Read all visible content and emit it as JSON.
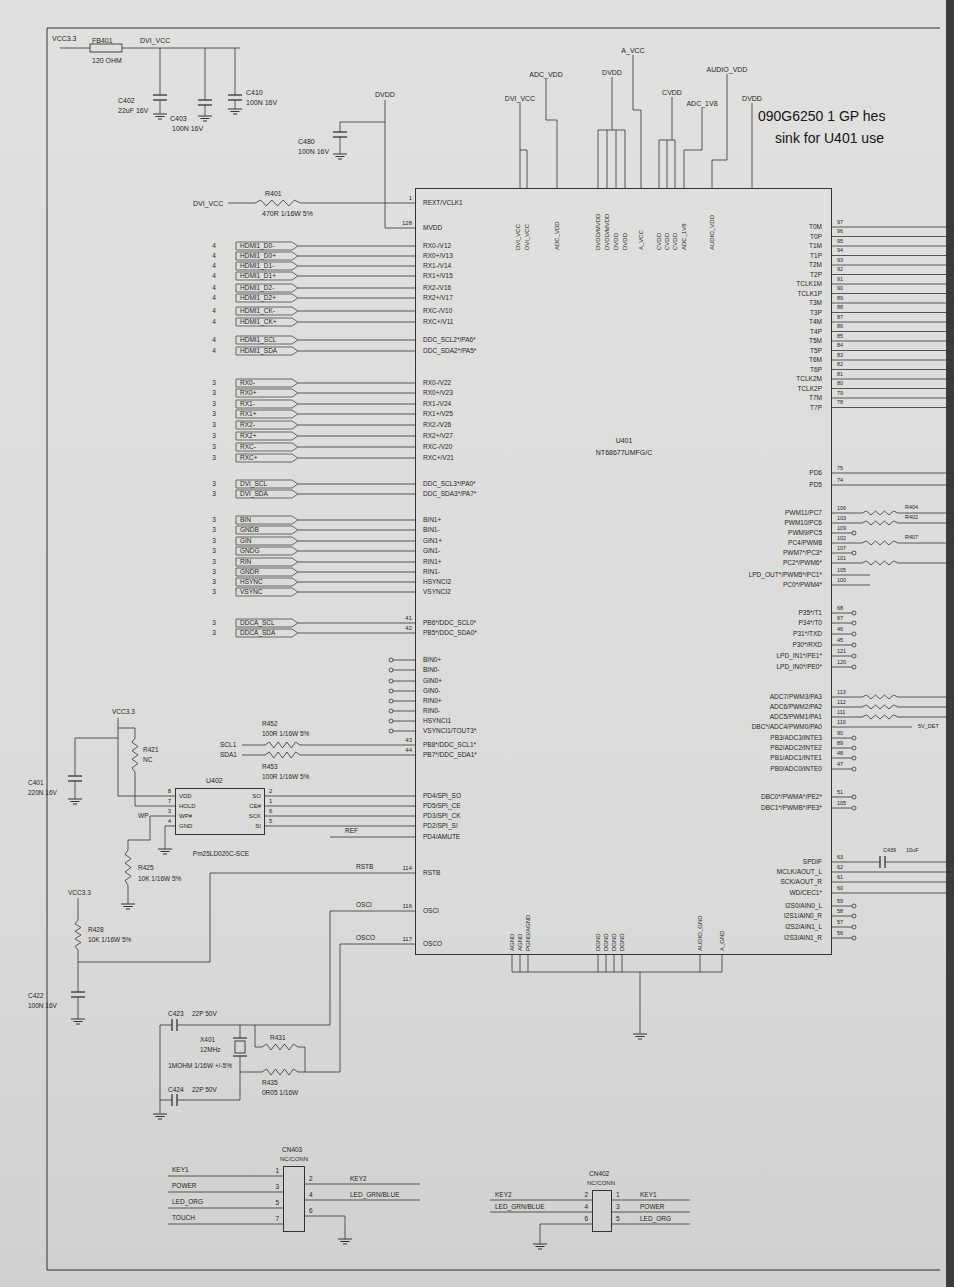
{
  "diagram": {
    "nodes": [
      {
        "text": [
          "U401",
          "NT68677UMFG/C"
        ]
      },
      {
        "text": [
          "U402",
          "Pm25LD020C-SCE"
        ]
      },
      {
        "text": [
          "CN403",
          "NC/CONN"
        ]
      },
      {
        "text": [
          "CN402",
          "NC/CONN"
        ]
      }
    ],
    "edges": [
      {
        "from": 1,
        "to": 0,
        "arrow": "none"
      },
      {
        "from": 1,
        "to": 0,
        "arrow": "none"
      },
      {
        "from": 1,
        "to": 0,
        "arrow": "none"
      },
      {
        "from": 1,
        "to": 0,
        "arrow": "none"
      }
    ],
    "labels": [
      "VCC3.3",
      "FB401",
      "DVI_VCC",
      "120 OHM",
      "C402",
      "22uF 16V",
      "C403",
      "100N 16V",
      "C410",
      "100N 16V",
      "DVDD",
      "C480",
      "100N 16V",
      "R401",
      "470R 1/16W 5%",
      "DVI_VCC",
      "DVI_VCC",
      "ADC_VDD",
      "DVDD",
      "A_VCC",
      "CVDD",
      "ADC_1V8",
      "AUDIO_VDD",
      "DVDD",
      "090G6250 1 GP hes",
      "sink for U401 use",
      "DVI_VCC",
      "DVI_VCC",
      "ADC_VDD",
      "DVDD/MVDD",
      "DVDD/MVDD",
      "DVDD",
      "DVDD",
      "CVDD",
      "CVDD",
      "CVDD",
      "ADC_1V8",
      "AUDIO_VDD",
      "A_VCC",
      "REXT/VCLK1",
      "MVDD",
      "RX0-/V12",
      "RX0+/V13",
      "RX1-/V14",
      "RX1+/V15",
      "RX2-/V16",
      "RX2+/V17",
      "RXC-/V10",
      "RXC+/V11",
      "DDC_SCL2*/PA6*",
      "DDC_SDA2*/PA5*",
      "RX0-/V22",
      "RX0+/V23",
      "RX1-/V24",
      "RX1+/V25",
      "RX2-/V26",
      "RX2+/V27",
      "RXC-/V20",
      "RXC+/V21",
      "DDC_SCL3*/PA0*",
      "DDC_SDA3*/PA7*",
      "BIN1+",
      "BIN1-",
      "GIN1+",
      "GIN1-",
      "RIN1+",
      "RIN1-",
      "HSYNCI2",
      "VSYNCI2",
      "PB6*/DDC_SCL0*",
      "PB5*/DDC_SDA0*",
      "BIN0+",
      "BIN0-",
      "GIN0+",
      "GIN0-",
      "RIN0+",
      "RIN0-",
      "HSYNCI1",
      "VSYNCI1/TOUT3*",
      "PB8*/DDC_SCL1*",
      "PB7*/DDC_SDA1*",
      "PD4/SPI_SO",
      "PD5/SPI_CE",
      "PD3/SPI_CK",
      "PD2/SPI_SI",
      "PD4/AMUTE",
      "RSTB",
      "OSCI",
      "OSCO",
      "1",
      "128",
      "41",
      "42",
      "43",
      "44",
      "114",
      "116",
      "117",
      "HDMI1_D0-",
      "HDMI1_D0+",
      "HDMI1_D1-",
      "HDMI1_D1+",
      "HDMI1_D2-",
      "HDMI1_D2+",
      "HDMI1_CK-",
      "HDMI1_CK+",
      "HDMI1_SCL",
      "HDMI1_SDA",
      "RX0-",
      "RX0+",
      "RX1-",
      "RX1+",
      "RX2-",
      "RX2+",
      "RXC-",
      "RXC+",
      "DVI_SCL",
      "DVI_SDA",
      "BIN",
      "GNDB",
      "GIN",
      "GNDG",
      "RIN",
      "GNDR",
      "HSYNC",
      "VSYNC",
      "DDCA_SCL",
      "DDCA_SDA",
      "4",
      "4",
      "4",
      "4",
      "4",
      "4",
      "4",
      "4",
      "4",
      "4",
      "3",
      "3",
      "3",
      "3",
      "3",
      "3",
      "3",
      "3",
      "3",
      "3",
      "3",
      "3",
      "3",
      "3",
      "3",
      "3",
      "3",
      "3",
      "3",
      "3",
      "VCC3.3",
      "C401",
      "220N 16V",
      "R421",
      "NC",
      "SCL1",
      "SDA1",
      "R452",
      "100R 1/16W 5%",
      "R453",
      "100R 1/16W 5%",
      "WP",
      "REF",
      "R425",
      "10K 1/16W 5%",
      "VCC3.3",
      "R428",
      "10K 1/16W 5%",
      "C422",
      "100N 16V",
      "RSTB",
      "OSCI",
      "OSCO",
      "C423",
      "22P 50V",
      "X401",
      "12MHz",
      "R431",
      "1MOHM 1/16W +/-5%",
      "R435",
      "0R05 1/16W",
      "C424",
      "22P 50V",
      "VDD",
      "HOLD",
      "WP#",
      "GND",
      "SO",
      "CE#",
      "SCK",
      "SI",
      "8",
      "7",
      "3",
      "4",
      "2",
      "1",
      "6",
      "5",
      "T0M",
      "T0P",
      "T1M",
      "T1P",
      "T2M",
      "T2P",
      "TCLK1M",
      "TCLK1P",
      "T3M",
      "T3P",
      "T4M",
      "T4P",
      "T5M",
      "T5P",
      "T6M",
      "T6P",
      "TCLK2M",
      "TCLK2P",
      "T7M",
      "T7P",
      "PD6",
      "PD5",
      "PWM11/PC7",
      "PWM10/PC6",
      "PWM9/PC5",
      "PC4/PWM8",
      "PWM7*/PC3*",
      "PC2*/PWM6*",
      "LPD_OUT*/PWM5*/PC1*",
      "PC0*/PWM4*",
      "P35*/T1",
      "P34*/T0",
      "P31*/TXD",
      "P30*/RXD",
      "LPD_IN1*/PE1*",
      "LPD_IN0*/PE0*",
      "ADC7/PWM3/PA3",
      "ADC6/PWM2/PA2",
      "ADC5/PWM1/PA1",
      "DBC*/ADC4/PWM0/PA0",
      "PB3/ADC3/INTE3",
      "PB2/ADC2/INTE2",
      "PB1/ADC1/INTE1",
      "PB0/ADC0/INTE0",
      "DBC0*/PWMA*/PE2*",
      "DBC1*/PWMB*/PE3*",
      "SPDIF",
      "MCLK/AOUT_L",
      "SCK/AOUT_R",
      "WD/CEC1*",
      "I2S0/AIN0_L",
      "I2S1/AIN0_R",
      "I2S2/AIN1_L",
      "I2S3/AIN1_R",
      "97",
      "96",
      "95",
      "94",
      "93",
      "92",
      "91",
      "90",
      "89",
      "88",
      "87",
      "86",
      "85",
      "84",
      "83",
      "82",
      "81",
      "80",
      "79",
      "78",
      "75",
      "74",
      "106",
      "103",
      "109",
      "102",
      "107",
      "101",
      "105",
      "100",
      "68",
      "67",
      "46",
      "45",
      "121",
      "120",
      "113",
      "112",
      "111",
      "110",
      "90",
      "89",
      "48",
      "47",
      "51",
      "105",
      "63",
      "62",
      "61",
      "60",
      "59",
      "58",
      "57",
      "56",
      "R404",
      "R402",
      "R407",
      "5V_DET",
      "C439",
      "10uF",
      "AGND",
      "AGND",
      "PGND/AGND",
      "DGND",
      "DGND",
      "DGND",
      "DGND",
      "AUDIO_GND",
      "A_GND",
      "KEY1",
      "POWER",
      "LED_ORG",
      "TOUCH",
      "1",
      "3",
      "5",
      "7",
      "2",
      "4",
      "6",
      "KEY2",
      "LED_GRN/BLUE",
      "KEY2",
      "LED_GRN/BLUE",
      "2",
      "4",
      "6",
      "1",
      "3",
      "5",
      "KEY1",
      "POWER",
      "LED_ORG"
    ]
  }
}
